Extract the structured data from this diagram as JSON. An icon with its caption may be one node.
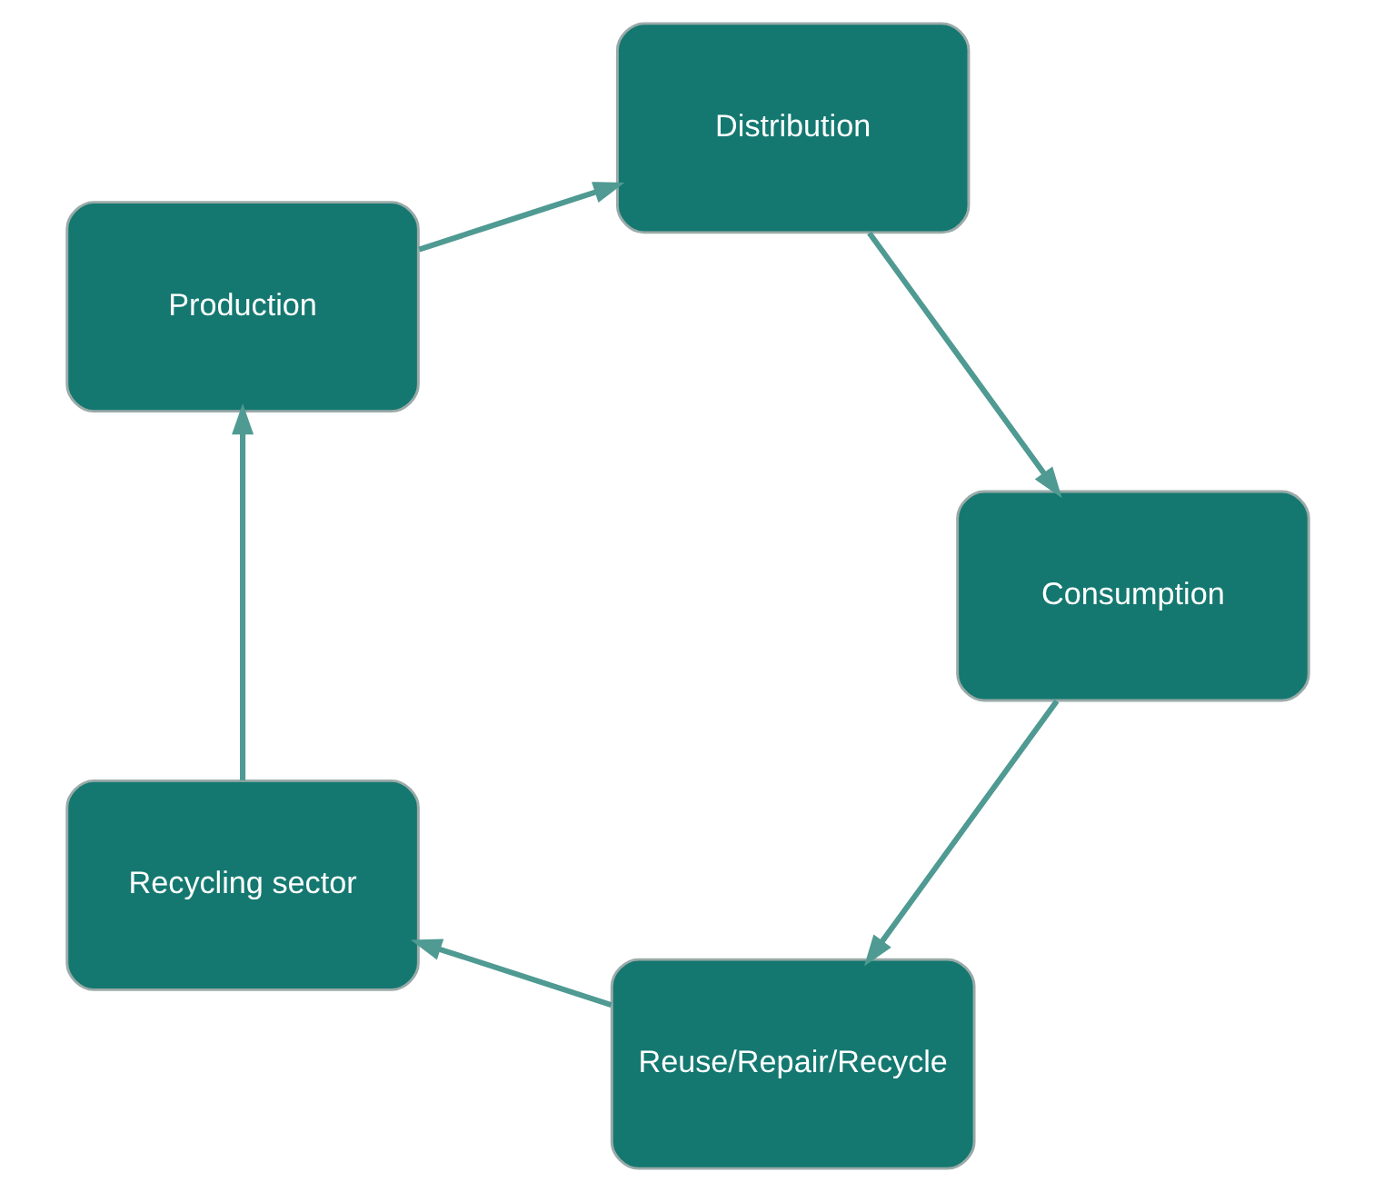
{
  "diagram": {
    "nodes": [
      {
        "text": [
          "Reuse/Repair/Recycle"
        ]
      },
      {
        "text": [
          "Recycling sector"
        ]
      },
      {
        "text": [
          "Production"
        ]
      },
      {
        "text": [
          "Distribution"
        ]
      },
      {
        "text": [
          "Consumption"
        ]
      }
    ],
    "edges": [
      {
        "from": 0,
        "to": 1,
        "arrow": "to"
      },
      {
        "from": 1,
        "to": 2,
        "arrow": "to"
      },
      {
        "from": 2,
        "to": 3,
        "arrow": "to"
      },
      {
        "from": 3,
        "to": 4,
        "arrow": "to"
      },
      {
        "from": 4,
        "to": 0,
        "arrow": "to"
      }
    ]
  }
}
